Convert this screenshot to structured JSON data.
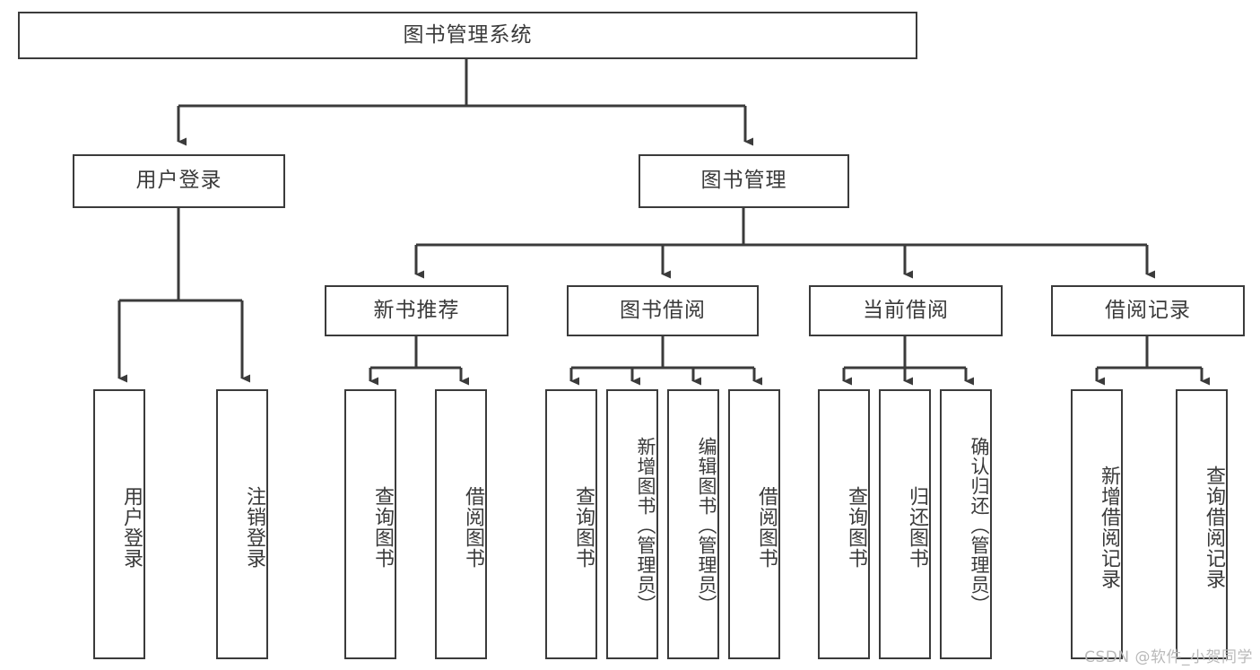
{
  "diagram": {
    "title": "图书管理系统",
    "type": "tree-hierarchy",
    "watermark": "CSDN @软件_小贺同学",
    "colors": {
      "border": "#3b3b3b",
      "text": "#3a3a3a",
      "background": "#ffffff",
      "edge": "#3b3b3b",
      "watermark": "#b9b9b9"
    },
    "root": {
      "label": "图书管理系统"
    },
    "level1": [
      {
        "label": "用户登录"
      },
      {
        "label": "图书管理"
      }
    ],
    "level2": [
      {
        "label": "新书推荐"
      },
      {
        "label": "图书借阅"
      },
      {
        "label": "当前借阅"
      },
      {
        "label": "借阅记录"
      }
    ],
    "leaves": {
      "user_login": [
        {
          "label": "用户登录"
        },
        {
          "label": "注销登录"
        }
      ],
      "new_book_recommend": [
        {
          "label": "查询图书"
        },
        {
          "label": "借阅图书"
        }
      ],
      "book_borrow": [
        {
          "label": "查询图书"
        },
        {
          "label": "新增图书（管理员）"
        },
        {
          "label": "编辑图书（管理员）"
        },
        {
          "label": "借阅图书"
        }
      ],
      "current_borrow": [
        {
          "label": "查询图书"
        },
        {
          "label": "归还图书"
        },
        {
          "label": "确认归还（管理员）"
        }
      ],
      "borrow_record": [
        {
          "label": "新增借阅记录"
        },
        {
          "label": "查询借阅记录"
        }
      ]
    }
  }
}
